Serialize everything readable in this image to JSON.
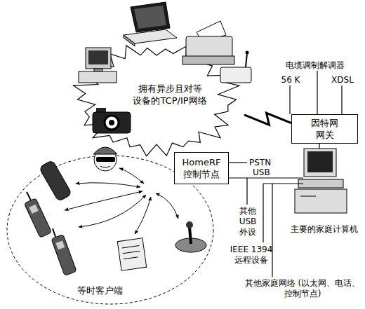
{
  "diagram": {
    "nodes": [
      {
        "text": [
          "拥有异步且对等 设备的TCP/IP网络"
        ]
      },
      {
        "text": [
          "因特网 网关"
        ]
      },
      {
        "text": [
          "HomeRF 控制节点"
        ]
      },
      {
        "text": [
          "等时客户端"
        ]
      }
    ],
    "edges": [
      {
        "from": 0,
        "to": 1,
        "arrow": "none"
      }
    ],
    "labels": [
      "电缆调制解调器",
      "56 K",
      "XDSL",
      "PSTN",
      "USB",
      "其他 USB 外设",
      "IEEE 1394 远程设备",
      "主要的家庭计算机",
      "其他家庭网络 (以太网、电话、控制节点)"
    ]
  }
}
